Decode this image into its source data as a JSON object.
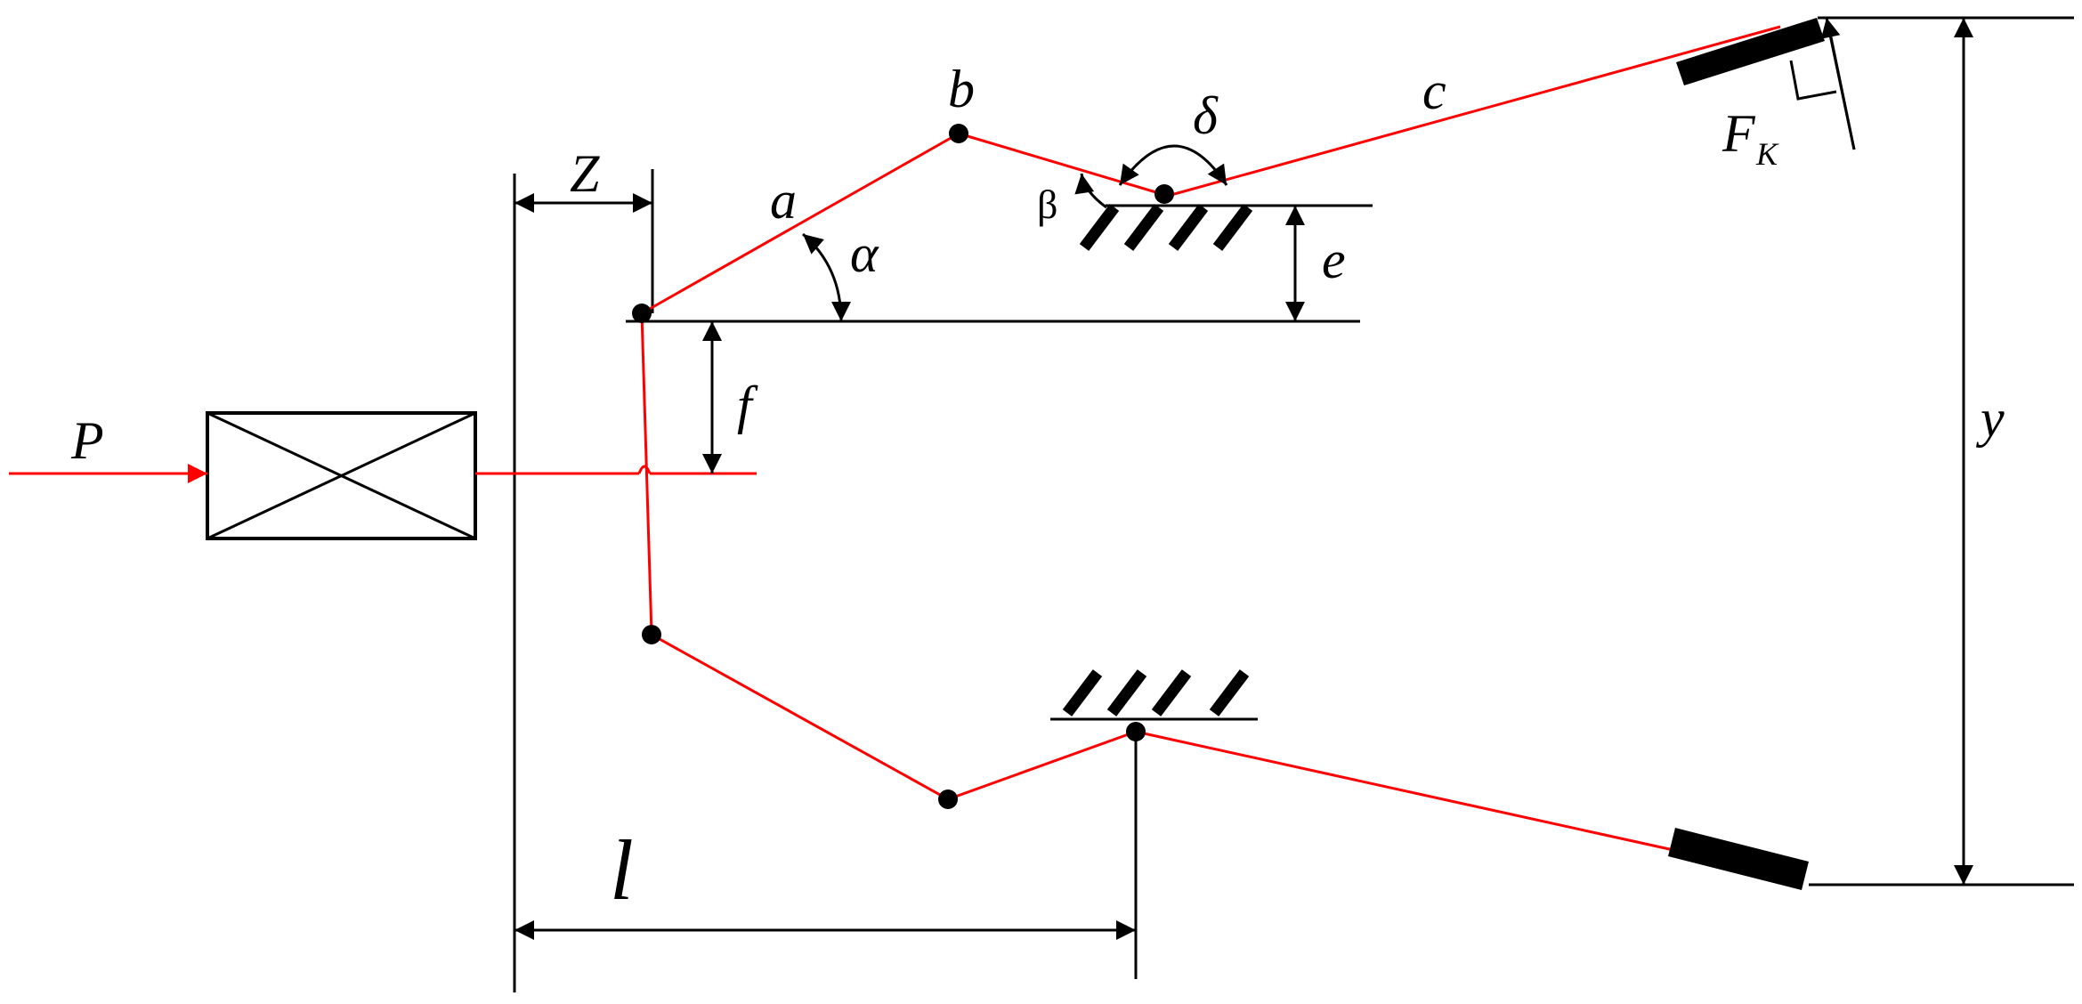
{
  "diagram": {
    "colors": {
      "linkage": "#ff0000",
      "construction": "#000000",
      "background": "#ffffff"
    },
    "labels": {
      "P": "P",
      "Z": "Z",
      "a": "a",
      "b": "b",
      "c": "c",
      "delta": "δ",
      "beta": "β",
      "alpha": "α",
      "e": "e",
      "f": "f",
      "F": "F",
      "K": "K",
      "y": "y",
      "l": "l"
    }
  }
}
